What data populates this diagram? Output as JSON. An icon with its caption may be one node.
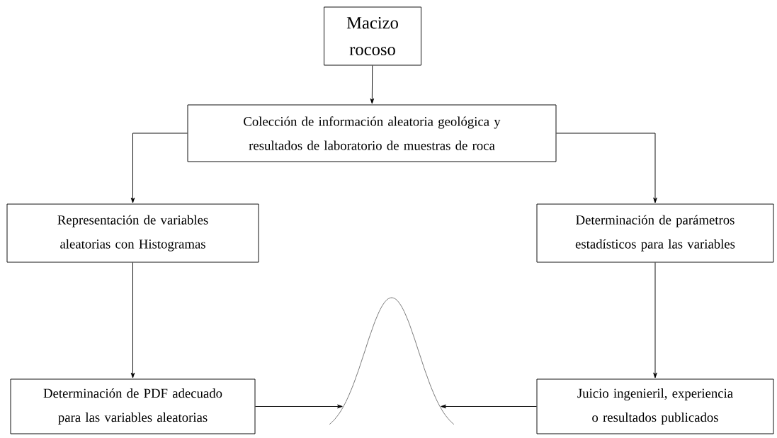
{
  "diagram": {
    "nodes": [
      {
        "text": [
          "Macizo rocoso"
        ]
      },
      {
        "text": [
          "Colección de información aleatoria geológica y resultados de laboratorio de muestras de roca"
        ]
      },
      {
        "text": [
          "Representación de variables aleatorias con Histogramas"
        ]
      },
      {
        "text": [
          "Determinación de parámetros estadísticos para las variables"
        ]
      },
      {
        "text": [
          "Determinación de PDF adecuado para las variables aleatorias"
        ]
      },
      {
        "text": [
          "Juicio ingenieril, experiencia o resultados publicados"
        ]
      },
      {
        "text": [],
        "shape": "picture"
      }
    ],
    "edges": [
      {
        "from": 0,
        "to": 1,
        "arrow": "to"
      },
      {
        "from": 1,
        "to": 2,
        "arrow": "to"
      },
      {
        "from": 1,
        "to": 3,
        "arrow": "to"
      },
      {
        "from": 2,
        "to": 4,
        "arrow": "to"
      },
      {
        "from": 3,
        "to": 5,
        "arrow": "to"
      },
      {
        "from": 4,
        "to": 6,
        "arrow": "to"
      },
      {
        "from": 5,
        "to": 6,
        "arrow": "to"
      }
    ]
  }
}
